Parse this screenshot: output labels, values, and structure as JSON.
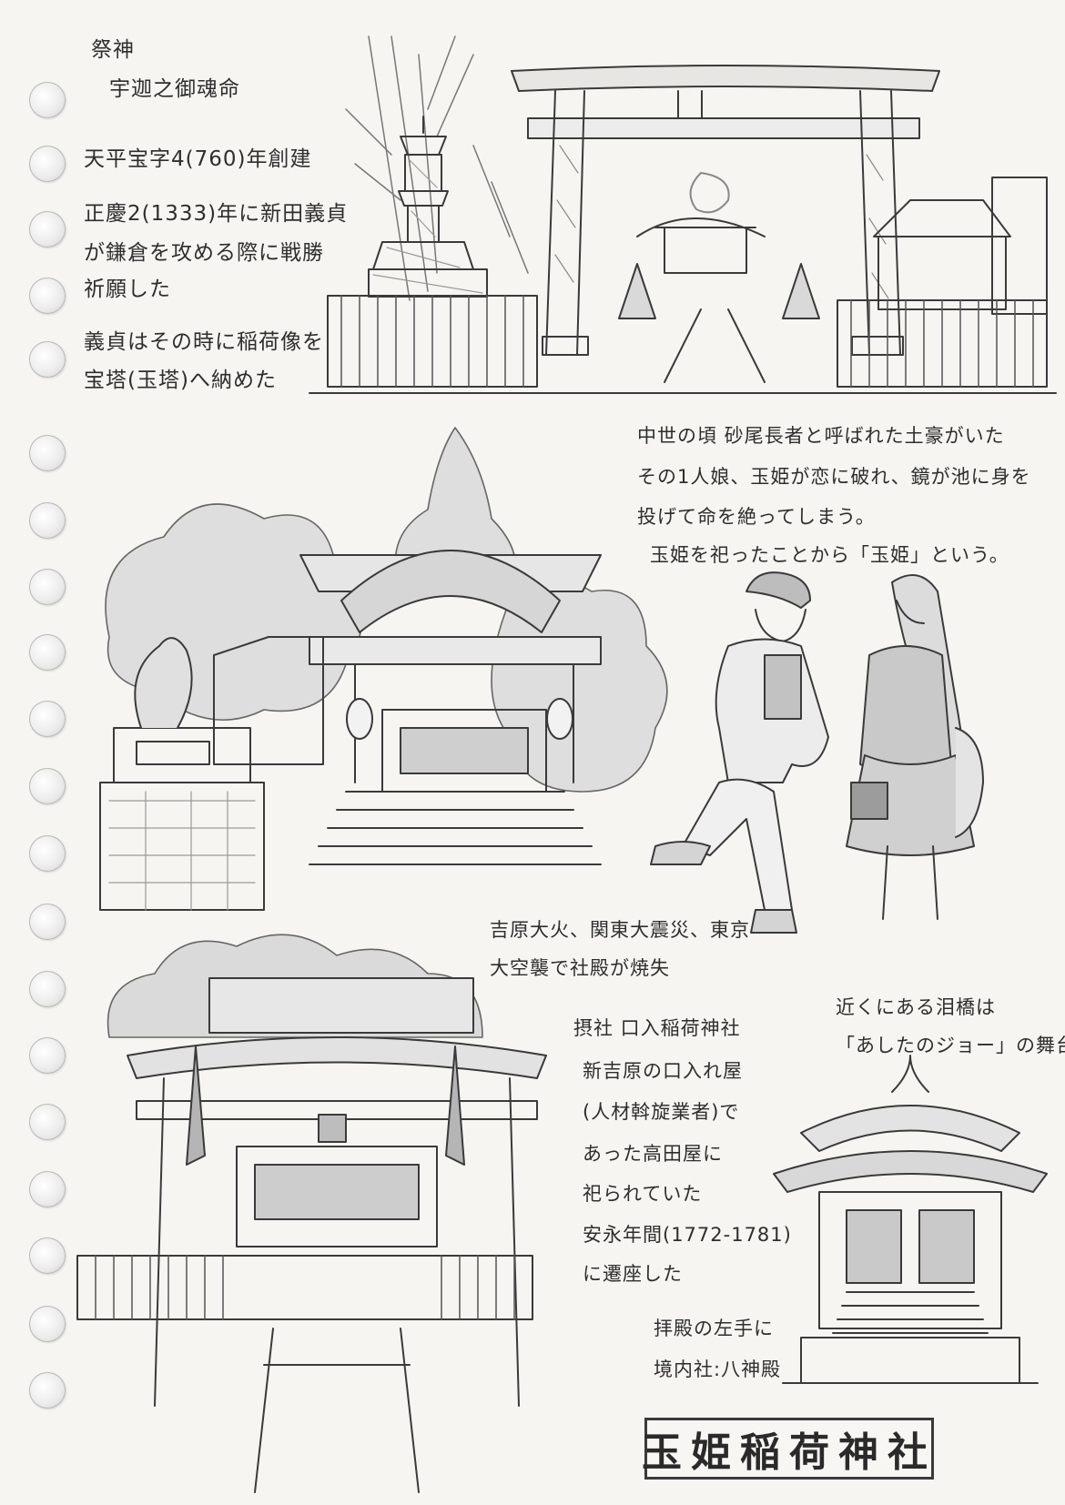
{
  "page_title": "玉姫稲荷神社",
  "notes": {
    "deity_heading": "祭神",
    "deity_name": "宇迦之御魂命",
    "founded": "天平宝字4(760)年創建",
    "history_1": "正慶2(1333)年に新田義貞",
    "history_2": "が鎌倉を攻める際に戦勝",
    "history_3": "祈願した",
    "history_4": "義貞はその時に稲荷像を",
    "history_5": "宝塔(玉塔)へ納めた",
    "legend_1": "中世の頃 砂尾長者と呼ばれた土豪がいた",
    "legend_2": "その1人娘、玉姫が恋に破れ、鏡が池に身を",
    "legend_3": "投げて命を絶ってしまう。",
    "legend_4": "玉姫を祀ったことから「玉姫」という。",
    "fire_1": "吉原大火、関東大震災、東京",
    "fire_2": "大空襲で社殿が焼失",
    "bridge_1": "近くにある泪橋は",
    "bridge_2": "「あしたのジョー」の舞台",
    "sub_1": "摂社 口入稲荷神社",
    "sub_2": "新吉原の口入れ屋",
    "sub_3": "(人材斡旋業者)で",
    "sub_4": "あった高田屋に",
    "sub_5": "祀られていた",
    "sub_6": "安永年間(1772-1781)",
    "sub_7": "に遷座した",
    "hachi_1": "拝殿の左手に",
    "hachi_2": "境内社:八神殿"
  },
  "colors": {
    "paper": "#f6f5f1",
    "pencil": "#3a3a3a",
    "shade": "#bdbdbd"
  }
}
